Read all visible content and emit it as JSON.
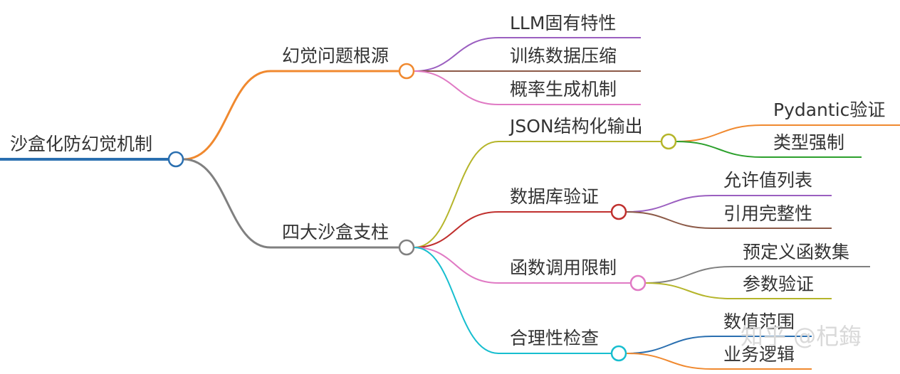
{
  "root": {
    "label": "沙盒化防幻觉机制",
    "color": "#2a6fb0"
  },
  "branches": [
    {
      "label": "幻觉问题根源",
      "color": "#f0892f",
      "leaves": [
        {
          "label": "LLM固有特性",
          "color": "#9b5fc0"
        },
        {
          "label": "训练数据压缩",
          "color": "#8c5a48"
        },
        {
          "label": "概率生成机制",
          "color": "#e07ac4"
        }
      ]
    },
    {
      "label": "四大沙盒支柱",
      "color": "#808080",
      "pillars": [
        {
          "label": "JSON结构化输出",
          "color": "#b5b52a",
          "leaves": [
            {
              "label": "Pydantic验证",
              "color": "#f0892f"
            },
            {
              "label": "类型强制",
              "color": "#2ca02c"
            }
          ]
        },
        {
          "label": "数据库验证",
          "color": "#c0302e",
          "leaves": [
            {
              "label": "允许值列表",
              "color": "#9b5fc0"
            },
            {
              "label": "引用完整性",
              "color": "#8c5a48"
            }
          ]
        },
        {
          "label": "函数调用限制",
          "color": "#e07ac4",
          "leaves": [
            {
              "label": "预定义函数集",
              "color": "#808080"
            },
            {
              "label": "参数验证",
              "color": "#b5b52a"
            }
          ]
        },
        {
          "label": "合理性检查",
          "color": "#17becf",
          "leaves": [
            {
              "label": "数值范围",
              "color": "#2a6fb0"
            },
            {
              "label": "业务逻辑",
              "color": "#f0892f"
            }
          ]
        }
      ]
    }
  ],
  "watermark": "知乎 @杞鋂"
}
